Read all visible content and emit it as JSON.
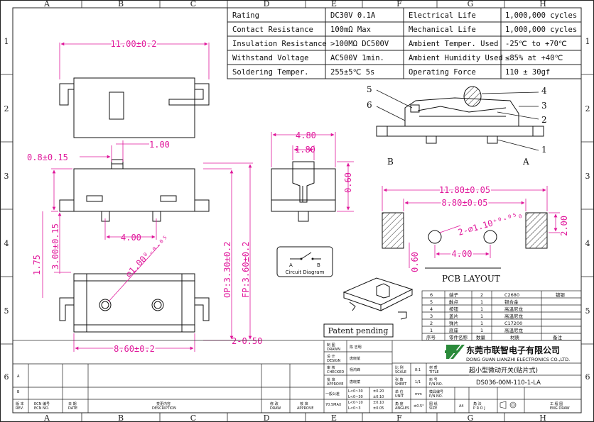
{
  "border": {
    "cols": [
      "A",
      "B",
      "C",
      "D",
      "E",
      "F",
      "G",
      "H"
    ],
    "rows": [
      "1",
      "2",
      "3",
      "4",
      "5",
      "6"
    ]
  },
  "spec_table": [
    [
      "Rating",
      "DC30V 0.1A",
      "Electrical Life",
      "1,000,000 cycles"
    ],
    [
      "Contact Resistance",
      "100mΩ Max",
      "Mechanical Life",
      "1,000,000 cycles"
    ],
    [
      "Insulation Resistance",
      ">100MΩ DC500V",
      "Ambient Temper. Used",
      "-25℃ to +70℃"
    ],
    [
      "Withstand Voltage",
      "AC500V 1min.",
      "Ambient Humidity Used",
      "≤85% at +40℃"
    ],
    [
      "Soldering Temper.",
      "255±5℃ 5s",
      "Operating Force",
      "110 ± 30gf"
    ]
  ],
  "dims": {
    "top_width": "11.00±0.2",
    "front_w1": "0.8±0.15",
    "front_w2": "1.00",
    "pin_pitch": "4.00",
    "side_w1": "4.80",
    "side_w2": "1.80",
    "side_h": "0.60",
    "left_h1": "1.75",
    "left_h2": "3.00±0.15",
    "op": "OP:3.30±0.2",
    "fp": "FP:3.60±0.2",
    "bottom_w": "8.60±0.2",
    "bottom_tab": "2-0.50",
    "hole": "∅1.00⁰₋₀.₀₅",
    "pcb_w1": "11.80±0.05",
    "pcb_w2": "8.80±0.05",
    "pcb_h": "2.00",
    "pcb_hole": "2-∅1.10⁺⁰·⁰⁵₀",
    "pcb_pitch": "4.00",
    "pcb_pad_h": "0.60"
  },
  "callouts": [
    "1",
    "2",
    "3",
    "4",
    "5",
    "6"
  ],
  "labels": {
    "section_a": "A",
    "section_b": "B",
    "circuit_a": "A",
    "circuit_b": "B",
    "circuit_title": "Circuit Diagram",
    "pcb_layout": "PCB LAYOUT",
    "patent": "Patent pending"
  },
  "bom": {
    "rows": [
      [
        "6",
        "端子",
        "2",
        "C2680",
        "镀银"
      ],
      [
        "5",
        "触点",
        "1",
        "银合金",
        ""
      ],
      [
        "4",
        "按钮",
        "1",
        "高温尼龙",
        ""
      ],
      [
        "3",
        "盖片",
        "1",
        "高温尼龙",
        ""
      ],
      [
        "2",
        "弹片",
        "1",
        "C17200",
        ""
      ],
      [
        "1",
        "底座",
        "1",
        "高温尼龙",
        ""
      ]
    ],
    "header": [
      "序号",
      "零件名称",
      "数量",
      "材质",
      "备注"
    ]
  },
  "title_block": {
    "company_cn": "东莞市联智电子有限公司",
    "company_en": "DONG GUAN LIANZHI ELECTRONICS CO.,LTD.",
    "part_name": "超小型微动开关(贴片式)",
    "part_no": "DS036-00M-110-1-LA",
    "drawn": "制 图",
    "drawn_en": "DRAWN",
    "drawn_by": "陈 志明",
    "design": "设 计",
    "design_en": "DESIGN",
    "design_by": "唐晓斌",
    "checked": "审 核",
    "checked_en": "CHECKED",
    "checked_by": "杨鸿峰",
    "approved": "批 准",
    "approved_en": "APPROVE",
    "approved_by": "唐晓斌",
    "scale_label": "比 例",
    "scale_en": "SCALE",
    "scale": "8:1",
    "sheet_label": "张 数",
    "sheet_en": "SHEET",
    "sheet": "1/1",
    "unit_label": "单 位",
    "unit_en": "UNIT",
    "unit": "mm",
    "angle_label": "角 度",
    "angle_en": "ANGLES",
    "angle": "±0.5°",
    "model_label": "材 质",
    "model_en": "TITLE",
    "pn_label": "料 号",
    "pn_en": "P/N NO.",
    "mold_label": "模具编号",
    "mold_en": "P/N NO.",
    "size_label": "图 纸",
    "size_en": "SIZE",
    "size": "A4",
    "proj_label": "角 法",
    "proj_en": "P R O J",
    "sheet_no_label": "工 程 图",
    "sheet_no_en": "ENG DRAW",
    "tol_title": "一般公差",
    "tol_note": "70.5MAX",
    "tolerances": [
      [
        "L<0~30",
        "±0.20"
      ],
      [
        "L<0~30",
        "±0.10"
      ],
      [
        "L<0~10",
        "±0.10"
      ],
      [
        "L<0~3",
        "±0.05"
      ]
    ],
    "rev_headers": [
      "版 本",
      "ECN 编号",
      "日 期",
      "变更内容",
      "修 改",
      "核 准"
    ],
    "rev_headers_en": [
      "REV.",
      "ECN NO.",
      "DATE",
      "DESCRIPTION",
      "DRAW",
      "APPROVE"
    ],
    "rev_rows": [
      "B",
      "A"
    ]
  }
}
